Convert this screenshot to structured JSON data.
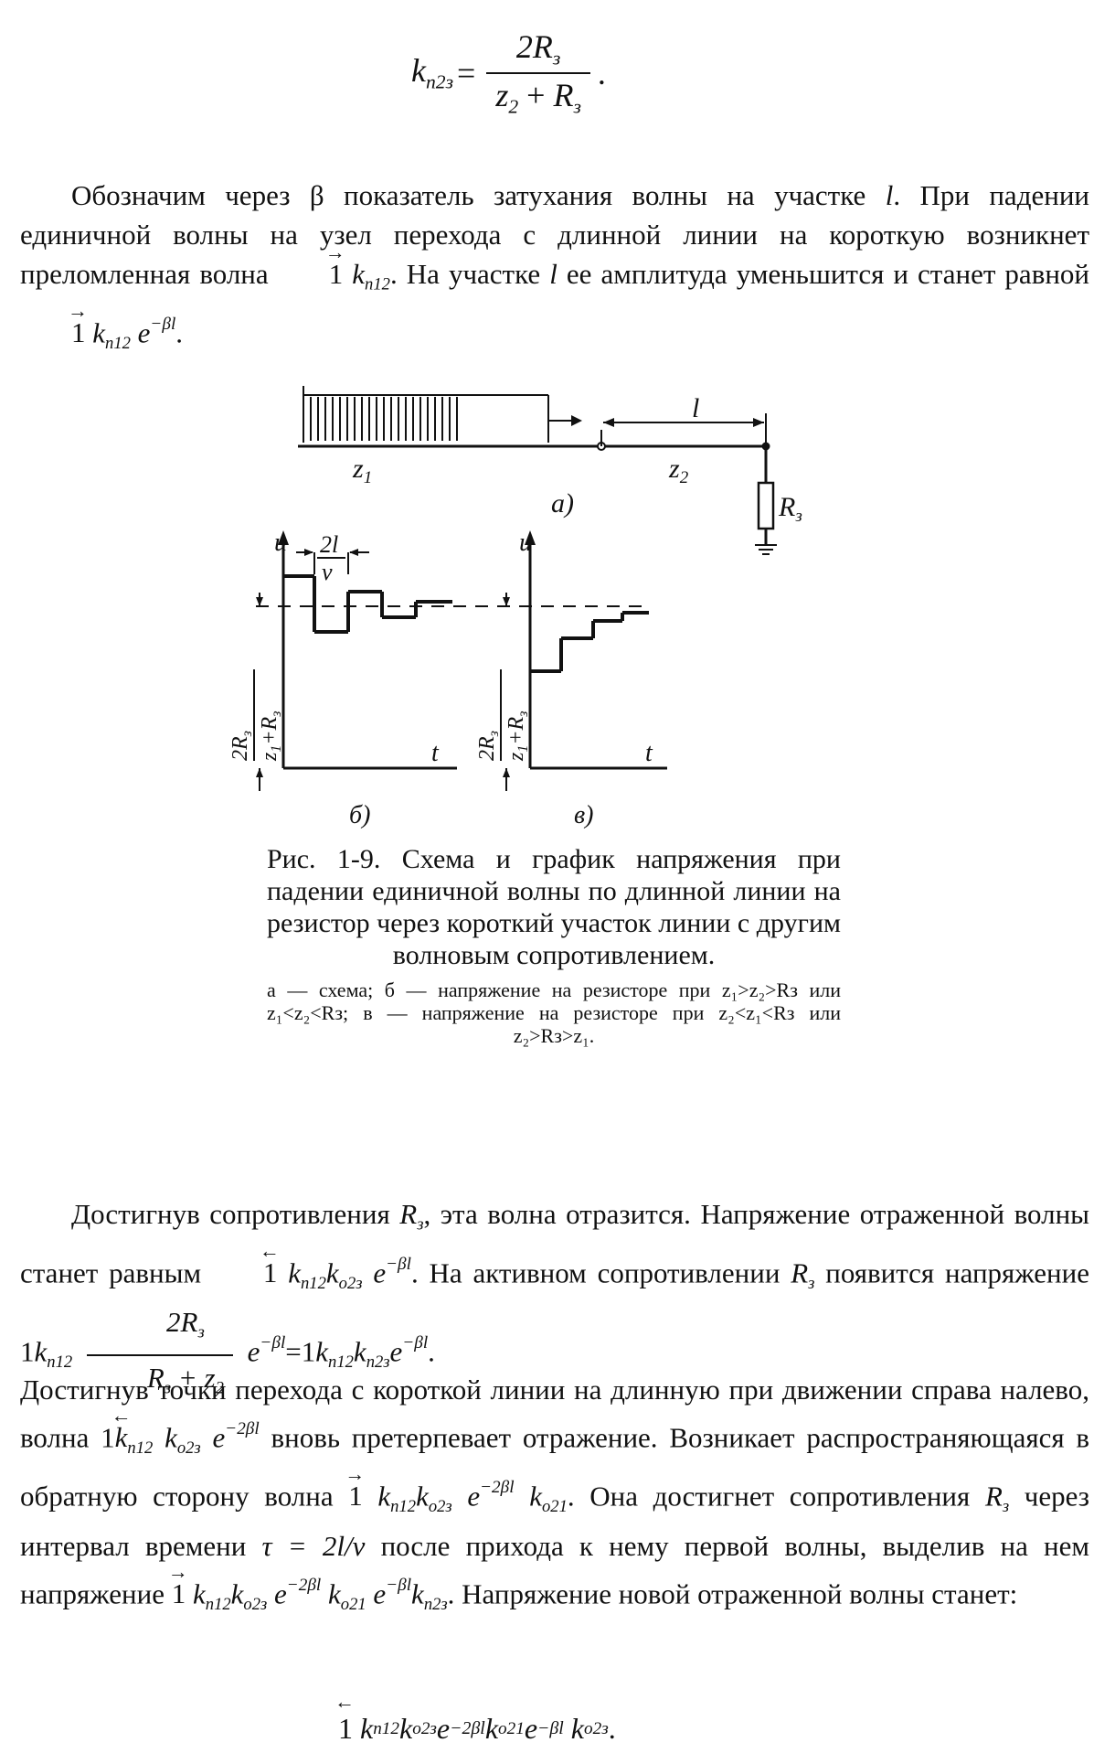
{
  "top_formula": {
    "lhs": "k",
    "lhs_sub": "п2з",
    "num": "2R",
    "num_sub": "з",
    "den_a": "z",
    "den_a_sub": "2",
    "den_b": "R",
    "den_b_sub": "з"
  },
  "para1": {
    "t1": "Обозначим через β показатель затухания волны на участке ",
    "l": "l",
    "t2": ". При падении единичной волны на узел перехода с длинной линии на короткую возникнет преломленная волна ",
    "one": "1",
    "k": "k",
    "ksub": "п12",
    "t3": ". На участке ",
    "l2": "l",
    "t4": " ее амплитуда уменьшится и станет равной ",
    "one2": "1",
    "k2": "k",
    "k2sub": "п12",
    "e": " e",
    "esup": "−βl",
    "t5": "."
  },
  "figure": {
    "label_l": "l",
    "label_z1": "z",
    "label_z1_sub": "1",
    "label_z2": "z",
    "label_z2_sub": "2",
    "label_R": "R",
    "label_R_sub": "з",
    "label_a": "a)",
    "label_b": "б)",
    "label_v": "в)",
    "axis_u": "u",
    "axis_t": "t",
    "interval_num": "2l",
    "interval_den": "v",
    "level_num": "2R",
    "level_num_sub": "з",
    "level_den": "z",
    "level_den_sub": "1",
    "level_den_plus": "+R",
    "level_den_plus_sub": "з"
  },
  "caption": {
    "main": "Рис. 1-9. Схема и график напряжения при падении единичной волны по длинной линии на резистор через короткий участок линии с другим волновым сопротивлением.",
    "small": "а — схема; б — напряжение на резисторе при z₁>z₂>Rз или z₁<z₂<Rз; в — напряжение на резисторе при z₂<z₁<Rз или z₂>Rз>z₁."
  },
  "para2": {
    "t1": "Достигнув сопротивления ",
    "R": "R",
    "Rsub": "з",
    "t2": ", эта волна отразится. Напряжение отраженной волны станет равным ",
    "one": "1",
    "k1": "k",
    "k1sub": "п12",
    "k2": "k",
    "k2sub": "o2з",
    "e": " e",
    "esup": "−βl",
    "t3": ". На активном сопротивлении ",
    "R2": "R",
    "R2sub": "з",
    "t4": " появится напряжение 1",
    "k3": "k",
    "k3sub": "п12",
    "fnum": "2R",
    "fnum_sub": "з",
    "fden_a": "R",
    "fden_a_sub": "з",
    "fden_b": "z",
    "fden_b_sub": "2",
    "e2": "e",
    "e2sup": "−βl",
    "eq": "=1",
    "k4": "k",
    "k4sub": "п12",
    "k5": "k",
    "k5sub": "п2з",
    "e3": "e",
    "e3sup": "−βl",
    "t5": "."
  },
  "para3": {
    "t1": "Достигнув точки перехода с короткой линии на длинную при движении справа налево, волна 1",
    "k1": "k",
    "k1sub": "п12",
    "k2": "k",
    "k2sub": "o2з",
    "e": " e",
    "esup": "−2βl",
    "t2": " вновь претерпевает отражение. Возникает распространяющаяся в обратную сторону волна ",
    "one": "1",
    "k3": "k",
    "k3sub": "п12",
    "k4": "k",
    "k4sub": "o2з",
    "e2": " e",
    "e2sup": "−2βl",
    "k5": "k",
    "k5sub": "o21",
    "t3": ". Она достигнет сопротивления ",
    "R": "R",
    "Rsub": "з",
    "t4": " через интервал времени ",
    "tau": "τ = 2l/v",
    "t5": " после прихода к нему первой волны, выделив на нем напряжение ",
    "one2": "1",
    "k6": "k",
    "k6sub": "п12",
    "k7": "k",
    "k7sub": "o2з",
    "e3": " e",
    "e3sup": "−2βl",
    "k8": "k",
    "k8sub": "o21",
    "e4": " e",
    "e4sup": "−βl",
    "k9": "k",
    "k9sub": "п2з",
    "t6": ". Напряжение новой отраженной волны станет:"
  },
  "bottom_formula": {
    "one": "1",
    "k1": "k",
    "k1sub": "п12",
    "k2": "k",
    "k2sub": "o2з",
    "e1": " e",
    "e1sup": "−2βl",
    "k3": "k",
    "k3sub": "o21",
    "e2": " e",
    "e2sup": "−βl",
    "k4": "k",
    "k4sub": "o2з",
    "end": "."
  }
}
